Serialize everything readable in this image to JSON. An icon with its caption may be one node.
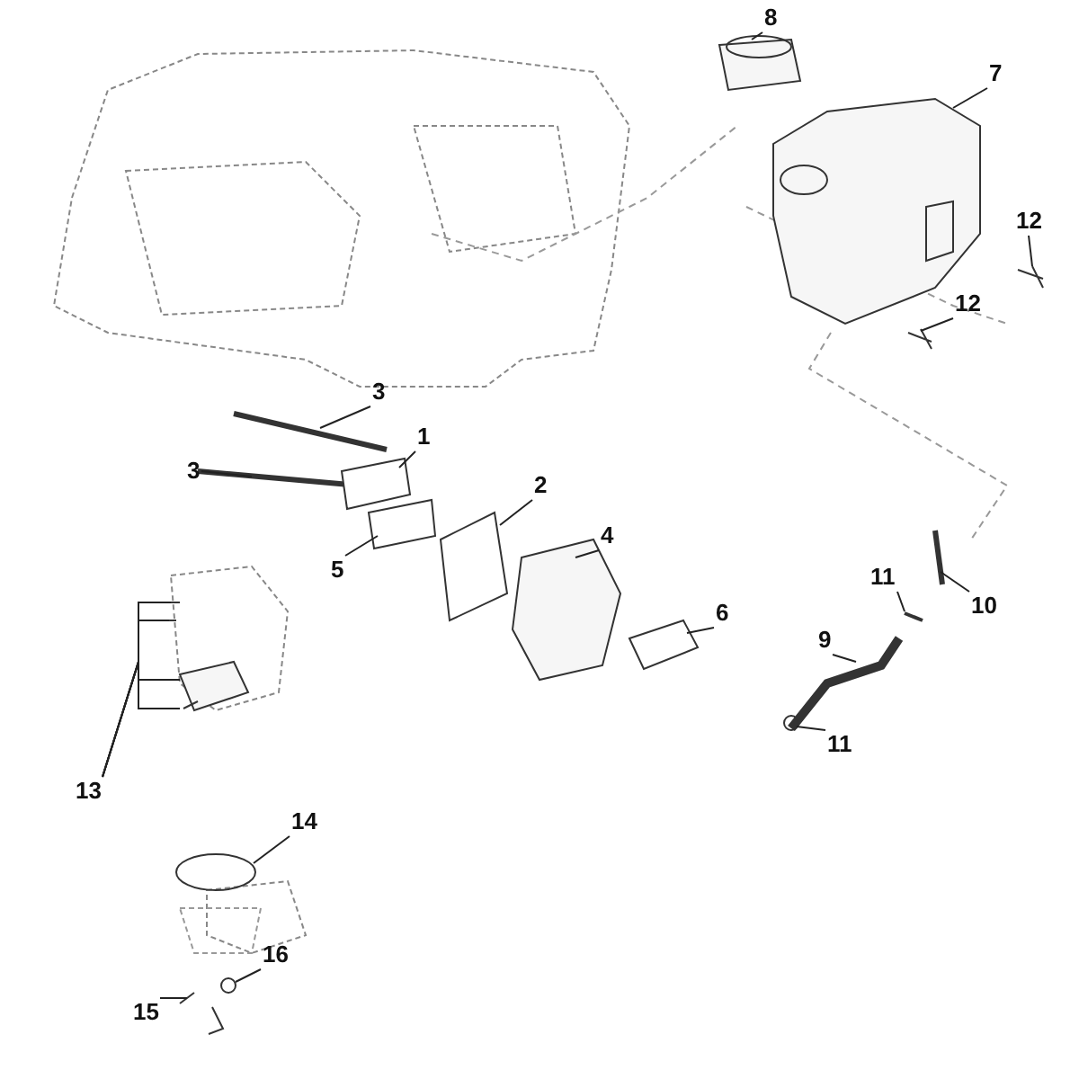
{
  "diagram": {
    "nodes": [
      {
        "text": [
          "8"
        ]
      },
      {
        "text": [
          "7"
        ]
      },
      {
        "text": [
          "12"
        ]
      },
      {
        "text": [
          "12"
        ]
      },
      {
        "text": [
          "3"
        ]
      },
      {
        "text": [
          "3"
        ]
      },
      {
        "text": [
          "1"
        ]
      },
      {
        "text": [
          "2"
        ]
      },
      {
        "text": [
          "4"
        ]
      },
      {
        "text": [
          "5"
        ]
      },
      {
        "text": [
          "11"
        ]
      },
      {
        "text": [
          "10"
        ]
      },
      {
        "text": [
          "6"
        ]
      },
      {
        "text": [
          "9"
        ]
      },
      {
        "text": [
          "11"
        ]
      },
      {
        "text": [
          "13"
        ]
      },
      {
        "text": [
          "14"
        ]
      },
      {
        "text": [
          "16"
        ]
      },
      {
        "text": [
          "15"
        ]
      }
    ],
    "edges": [
      {
        "from": 0,
        "to": null,
        "arrow": "none"
      },
      {
        "from": 1,
        "to": null,
        "arrow": "none"
      },
      {
        "from": 2,
        "to": null,
        "arrow": "none"
      },
      {
        "from": 3,
        "to": null,
        "arrow": "none"
      },
      {
        "from": 4,
        "to": null,
        "arrow": "none"
      },
      {
        "from": 5,
        "to": null,
        "arrow": "none"
      },
      {
        "from": 6,
        "to": null,
        "arrow": "none"
      },
      {
        "from": 7,
        "to": null,
        "arrow": "none"
      },
      {
        "from": 8,
        "to": null,
        "arrow": "none"
      },
      {
        "from": 9,
        "to": null,
        "arrow": "none"
      },
      {
        "from": 10,
        "to": null,
        "arrow": "none"
      },
      {
        "from": 11,
        "to": null,
        "arrow": "none"
      },
      {
        "from": 12,
        "to": null,
        "arrow": "none"
      },
      {
        "from": 13,
        "to": null,
        "arrow": "none"
      },
      {
        "from": 14,
        "to": null,
        "arrow": "none"
      },
      {
        "from": 15,
        "to": null,
        "arrow": "none"
      },
      {
        "from": 15,
        "to": null,
        "arrow": "none"
      },
      {
        "from": 15,
        "to": null,
        "arrow": "none"
      },
      {
        "from": 15,
        "to": null,
        "arrow": "none"
      },
      {
        "from": 16,
        "to": null,
        "arrow": "none"
      },
      {
        "from": 17,
        "to": null,
        "arrow": "none"
      },
      {
        "from": 18,
        "to": null,
        "arrow": "none"
      }
    ]
  }
}
